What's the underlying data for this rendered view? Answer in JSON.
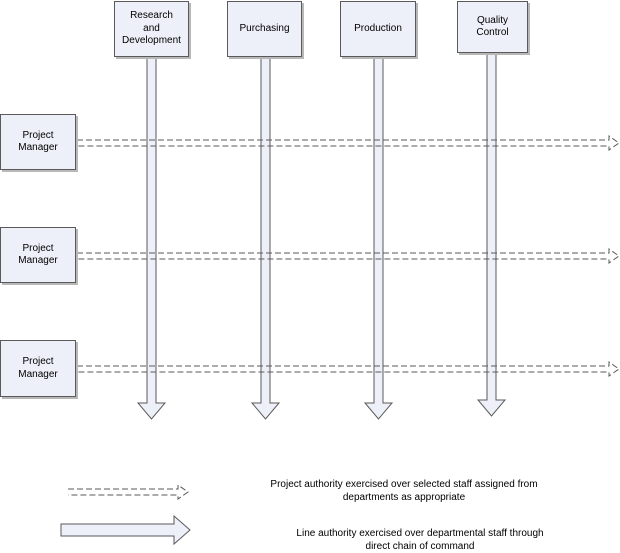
{
  "departments": [
    {
      "label": "Research\nand\nDevelopment"
    },
    {
      "label": "Purchasing"
    },
    {
      "label": "Production"
    },
    {
      "label": "Quality\nControl"
    }
  ],
  "projects": [
    {
      "label": "Project\nManager"
    },
    {
      "label": "Project\nManager"
    },
    {
      "label": "Project\nManager"
    }
  ],
  "legend": {
    "project_authority": "Project authority exercised over selected staff assigned from\ndepartments as appropriate",
    "line_authority": "Line authority exercised over departmental staff through\ndirect chain of command"
  },
  "colors": {
    "box_fill": "#eef0f9",
    "arrow_fill": "#eef0f9",
    "stroke": "#5a5a5a"
  }
}
